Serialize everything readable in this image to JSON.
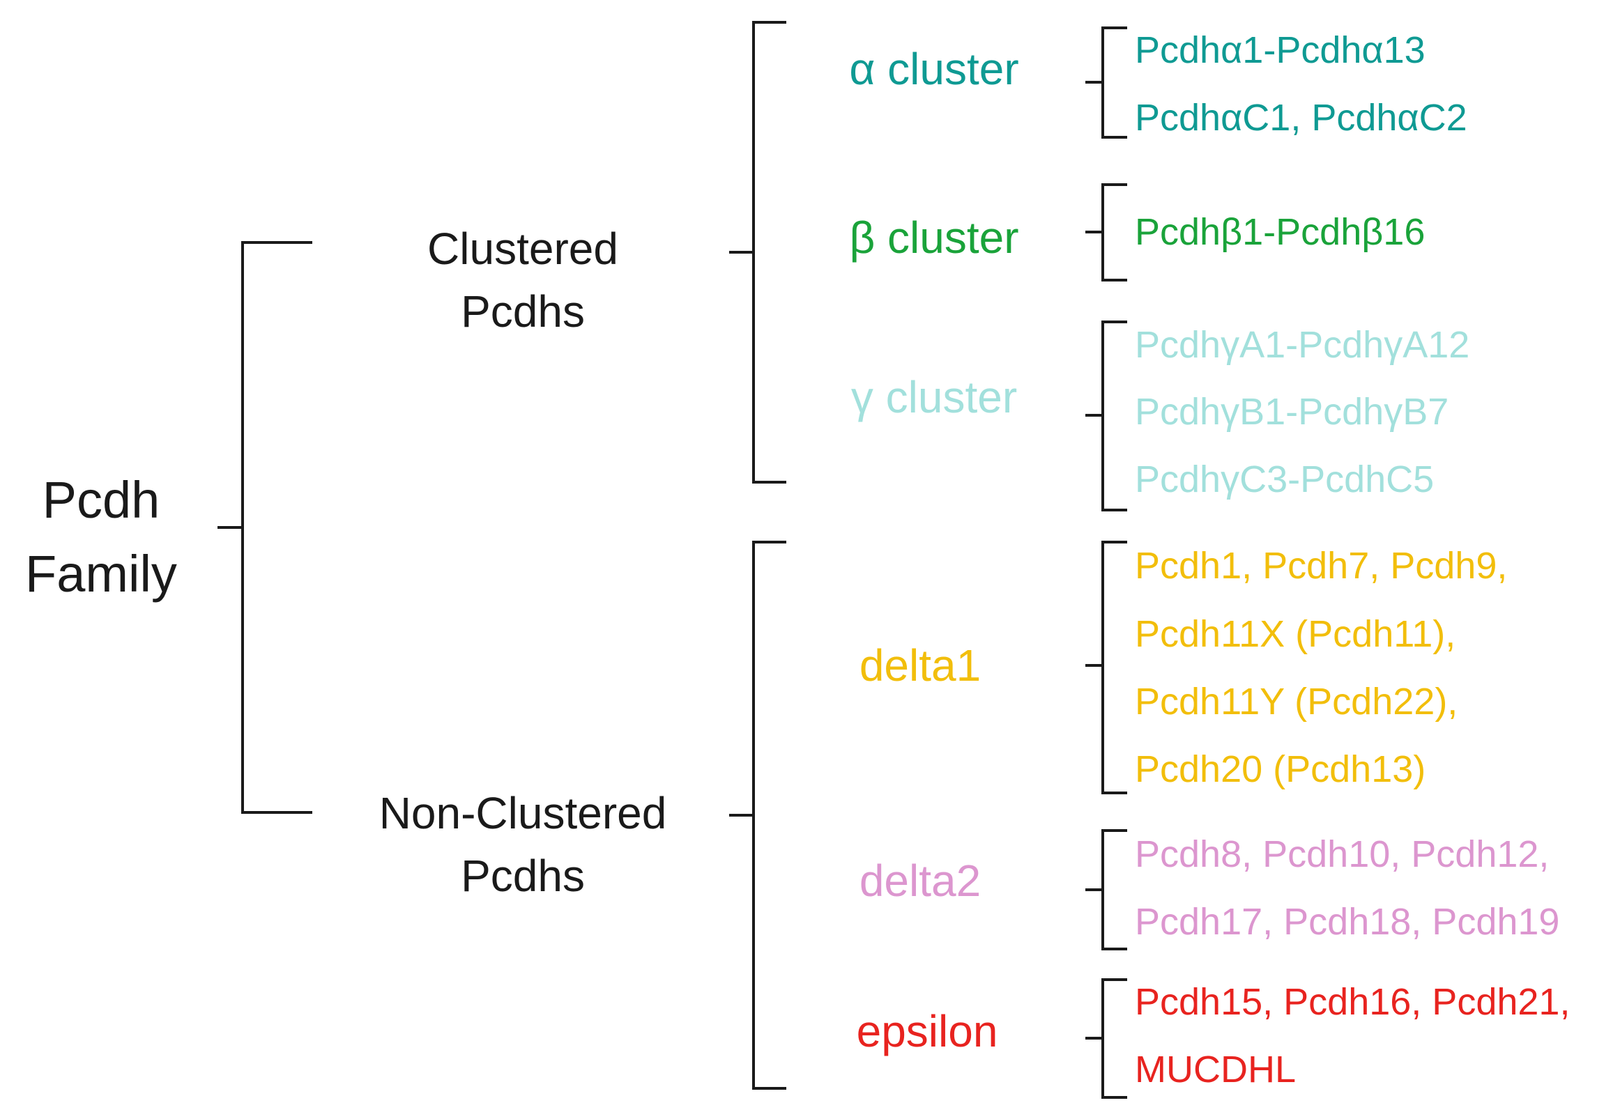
{
  "root": {
    "line1": "Pcdh",
    "line2": "Family"
  },
  "branches": {
    "clustered": {
      "line1": "Clustered",
      "line2": "Pcdhs"
    },
    "non_clustered": {
      "line1": "Non-Clustered",
      "line2": "Pcdhs"
    }
  },
  "clusters": {
    "alpha": {
      "label": "α cluster",
      "color": "#0f9a93",
      "members": [
        "Pcdhα1-Pcdhα13",
        "PcdhαC1, PcdhαC2"
      ]
    },
    "beta": {
      "label": "β cluster",
      "color": "#1aa33a",
      "members": [
        "Pcdhβ1-Pcdhβ16"
      ]
    },
    "gamma": {
      "label": "γ cluster",
      "color": "#a2e0dc",
      "members": [
        "PcdhγA1-PcdhγA12",
        "PcdhγB1-PcdhγB7",
        "PcdhγC3-PcdhC5"
      ]
    },
    "delta1": {
      "label": "delta1",
      "color": "#f2be0b",
      "members": [
        "Pcdh1, Pcdh7, Pcdh9,",
        "Pcdh11X (Pcdh11),",
        "Pcdh11Y (Pcdh22),",
        "Pcdh20 (Pcdh13)"
      ]
    },
    "delta2": {
      "label": "delta2",
      "color": "#dc96cf",
      "members": [
        "Pcdh8, Pcdh10, Pcdh12,",
        "Pcdh17, Pcdh18, Pcdh19"
      ]
    },
    "epsilon": {
      "label": "epsilon",
      "color": "#e8231f",
      "members": [
        "Pcdh15, Pcdh16, Pcdh21,",
        "MUCDHL"
      ]
    }
  }
}
